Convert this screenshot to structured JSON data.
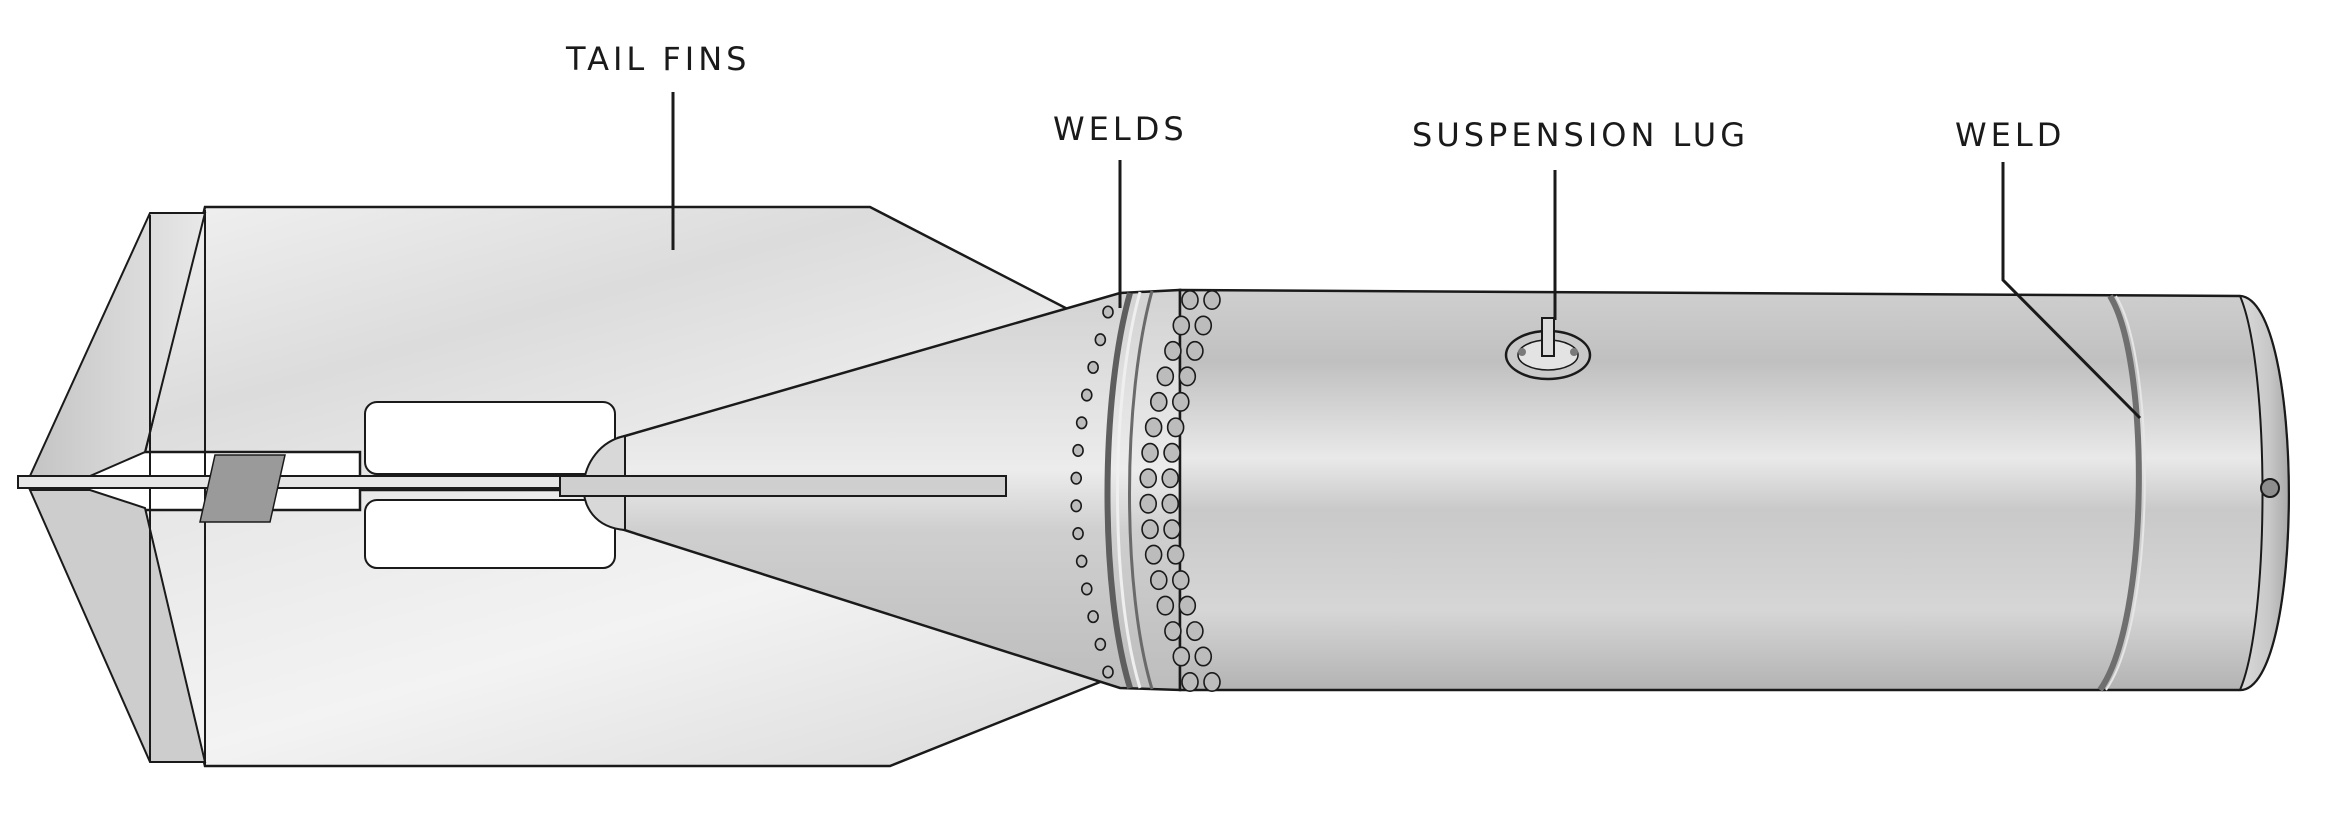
{
  "labels": {
    "tail_fins": "TAIL FINS",
    "welds": "WELDS",
    "suspension_lug": "SUSPENSION LUG",
    "weld": "WELD"
  },
  "colors": {
    "line": "#1a1a1a",
    "fin_light": "#f1f1f1",
    "fin_mid": "#dedede",
    "fin_dark": "#c2c2c2",
    "body_light": "#eeeeee",
    "body_dark": "#a6a6a6"
  }
}
